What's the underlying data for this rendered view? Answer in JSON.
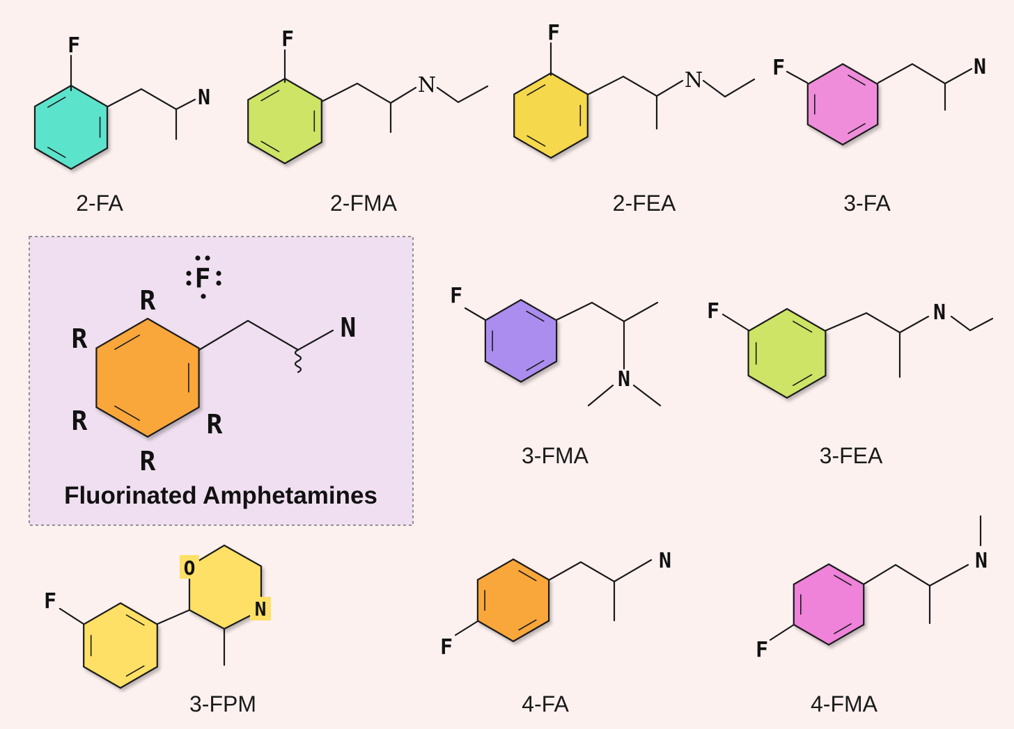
{
  "diagram": {
    "general_structure": {
      "title": "Fluorinated Amphetamines",
      "substituent_label": "R",
      "fluorine_label": "F",
      "amine_label": "N",
      "ring_color": "#f9a63a"
    },
    "compounds": [
      {
        "name": "2-FA",
        "ring_color": "#5ce3cc",
        "atom_labels": [
          "F",
          "N"
        ]
      },
      {
        "name": "2-FMA",
        "ring_color": "#cde466",
        "atom_labels": [
          "F",
          "N"
        ]
      },
      {
        "name": "2-FEA",
        "ring_color": "#f5d84c",
        "atom_labels": [
          "F",
          "N"
        ]
      },
      {
        "name": "3-FA",
        "ring_color": "#ef8ddb",
        "atom_labels": [
          "F",
          "N"
        ]
      },
      {
        "name": "3-FMA",
        "ring_color": "#ab8def",
        "atom_labels": [
          "F",
          "N"
        ]
      },
      {
        "name": "3-FEA",
        "ring_color": "#cde466",
        "atom_labels": [
          "F",
          "N"
        ]
      },
      {
        "name": "3-FPM",
        "ring_color": "#fde065",
        "second_ring_color": "#fde065",
        "atom_labels": [
          "F",
          "O",
          "N"
        ]
      },
      {
        "name": "4-FA",
        "ring_color": "#f9a63a",
        "atom_labels": [
          "N",
          "F"
        ]
      },
      {
        "name": "4-FMA",
        "ring_color": "#ef82d9",
        "atom_labels": [
          "N",
          "F"
        ]
      }
    ]
  }
}
